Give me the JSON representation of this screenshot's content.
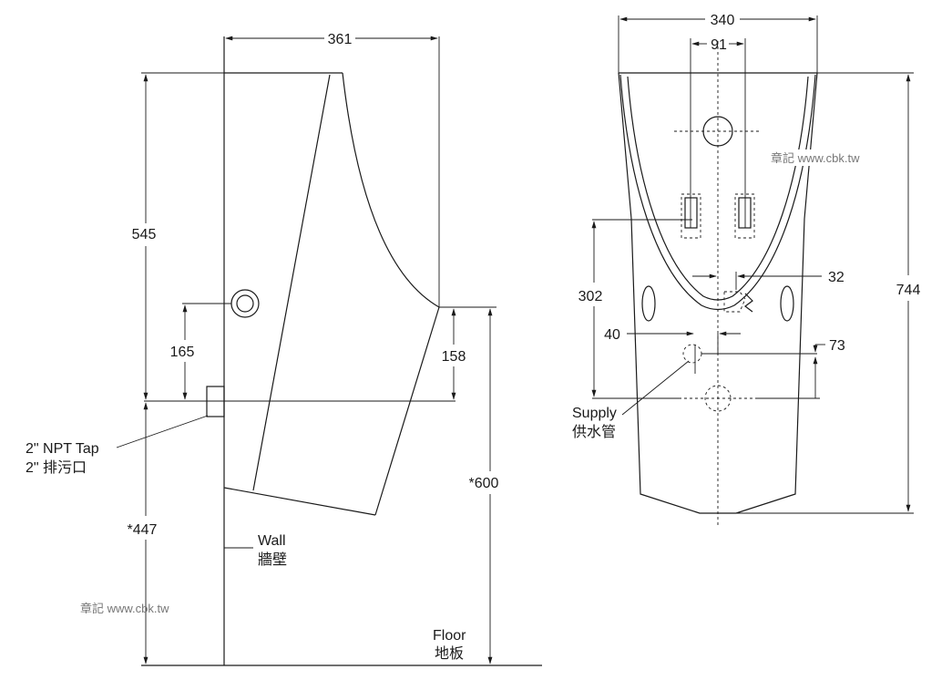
{
  "side_view": {
    "dimensions": {
      "width_top": "361",
      "height_545": "545",
      "outlet_165": "165",
      "outlet_158": "158",
      "outlet_height": "*447",
      "rim_height": "*600"
    },
    "labels": {
      "npt_tap_en": "2\" NPT Tap",
      "npt_tap_zh": "2\" 排污口",
      "wall_en": "Wall",
      "wall_zh": "牆壁",
      "floor_en": "Floor",
      "floor_zh": "地板"
    },
    "watermark": "章記 www.cbk.tw"
  },
  "front_view": {
    "dimensions": {
      "width_340": "340",
      "width_91": "91",
      "height_302": "302",
      "dim_40": "40",
      "dim_32": "32",
      "dim_73": "73",
      "height_744": "744"
    },
    "labels": {
      "supply_en": "Supply",
      "supply_zh": "供水管"
    },
    "watermark": "章記 www.cbk.tw"
  }
}
